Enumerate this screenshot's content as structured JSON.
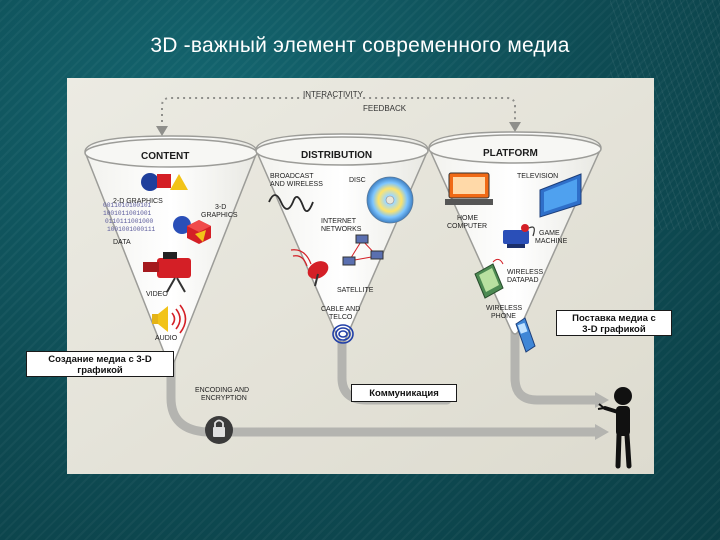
{
  "slide": {
    "title": "3D -важный элемент современного медиа"
  },
  "diagram": {
    "interactivity": "INTERACTIVITY",
    "feedback": "FEEDBACK",
    "content": {
      "heading": "CONTENT",
      "graphics_2d": "2-D GRAPHICS",
      "graphics_3d_line1": "3-D",
      "graphics_3d_line2": "GRAPHICS",
      "binary_line1": "0011010100101",
      "binary_line2": "1001011001001",
      "binary_line3": "0110111001000",
      "binary_line4": "1001001000111",
      "data": "DATA",
      "video": "VIDEO",
      "audio": "AUDIO"
    },
    "distribution": {
      "heading": "DISTRIBUTION",
      "broadcast_line1": "BROADCAST",
      "broadcast_line2": "AND WIRELESS",
      "disc": "DISC",
      "internet_line1": "INTERNET",
      "internet_line2": "NETWORKS",
      "satellite": "SATELLITE",
      "cable_line1": "CABLE AND",
      "cable_line2": "TELCO"
    },
    "platform": {
      "heading": "PLATFORM",
      "television": "TELEVISION",
      "home_line1": "HOME",
      "home_line2": "COMPUTER",
      "game_line1": "GAME",
      "game_line2": "MACHINE",
      "datapad_line1": "WIRELESS",
      "datapad_line2": "DATAPAD",
      "phone_line1": "WIRELESS",
      "phone_line2": "PHONE"
    },
    "encoding_line1": "ENCODING AND",
    "encoding_line2": "ENCRYPTION"
  },
  "callouts": {
    "creation_line1": "Создание медиа с 3-D",
    "creation_line2": "графикой",
    "communication": "Коммуникация",
    "delivery_line1": "Поставка медиа  с",
    "delivery_line2": "3-D графикой"
  },
  "colors": {
    "slide_background": "#0f4f57",
    "diagram_background": "#e9e7dc",
    "funnel_fill": "#ffffff",
    "flow_gray": "#b4b4b0"
  }
}
